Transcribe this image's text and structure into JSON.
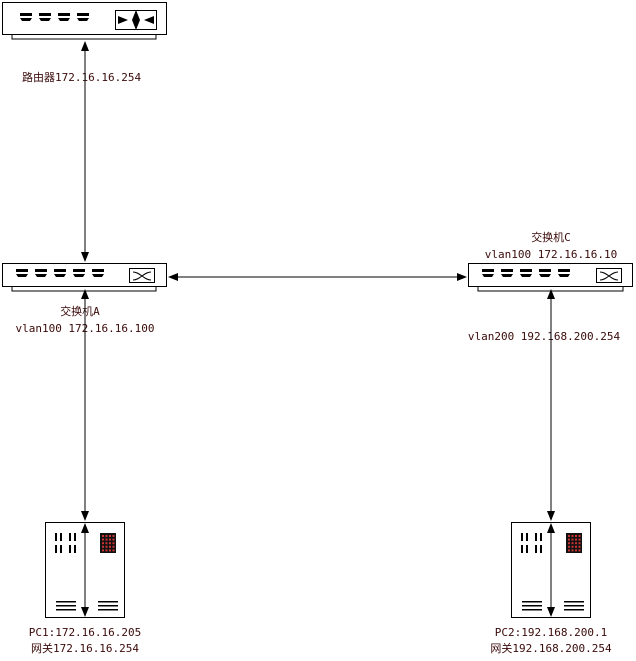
{
  "colors": {
    "line": "#000000",
    "text": "#3b0a0a",
    "pc_led": "#cc3333"
  },
  "router": {
    "label": "路由器172.16.16.254",
    "icon": "router-icon"
  },
  "switch_a": {
    "name": "交换机A",
    "vlan": "vlan100 172.16.16.100",
    "icon": "switch-icon"
  },
  "switch_c": {
    "name": "交换机C",
    "vlan": "vlan100 172.16.16.10",
    "vlan2": "vlan200 192.168.200.254",
    "icon": "switch-icon"
  },
  "pc1": {
    "ip": "PC1:172.16.16.205",
    "gateway": "网关172.16.16.254",
    "icon": "pc-tower-icon"
  },
  "pc2": {
    "ip": "PC2:192.168.200.1",
    "gateway": "网关192.168.200.254",
    "icon": "pc-tower-icon"
  }
}
